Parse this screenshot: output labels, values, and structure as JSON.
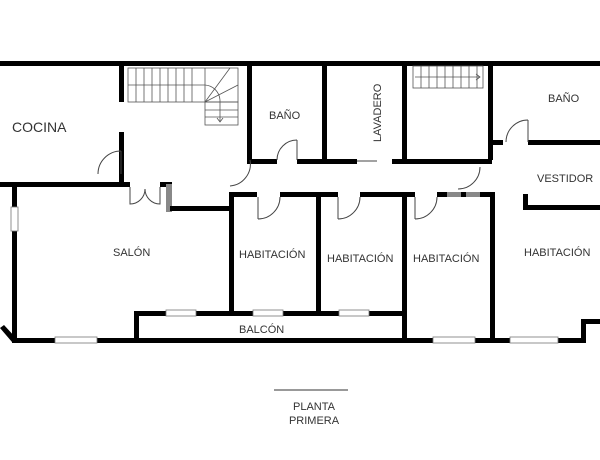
{
  "plan": {
    "title_line1": "PLANTA",
    "title_line2": "PRIMERA",
    "rooms": {
      "cocina": "COCINA",
      "bano1": "BAÑO",
      "lavadero": "LAVADERO",
      "bano2": "BAÑO",
      "vestidor": "VESTIDOR",
      "salon": "SALÓN",
      "habitacion1": "HABITACIÓN",
      "habitacion2": "HABITACIÓN",
      "habitacion3": "HABITACIÓN",
      "habitacion4": "HABITACIÓN",
      "balcon": "BALCÓN"
    },
    "colors": {
      "wall": "#000000",
      "line": "#555555",
      "text": "#333333",
      "background": "#ffffff"
    }
  }
}
